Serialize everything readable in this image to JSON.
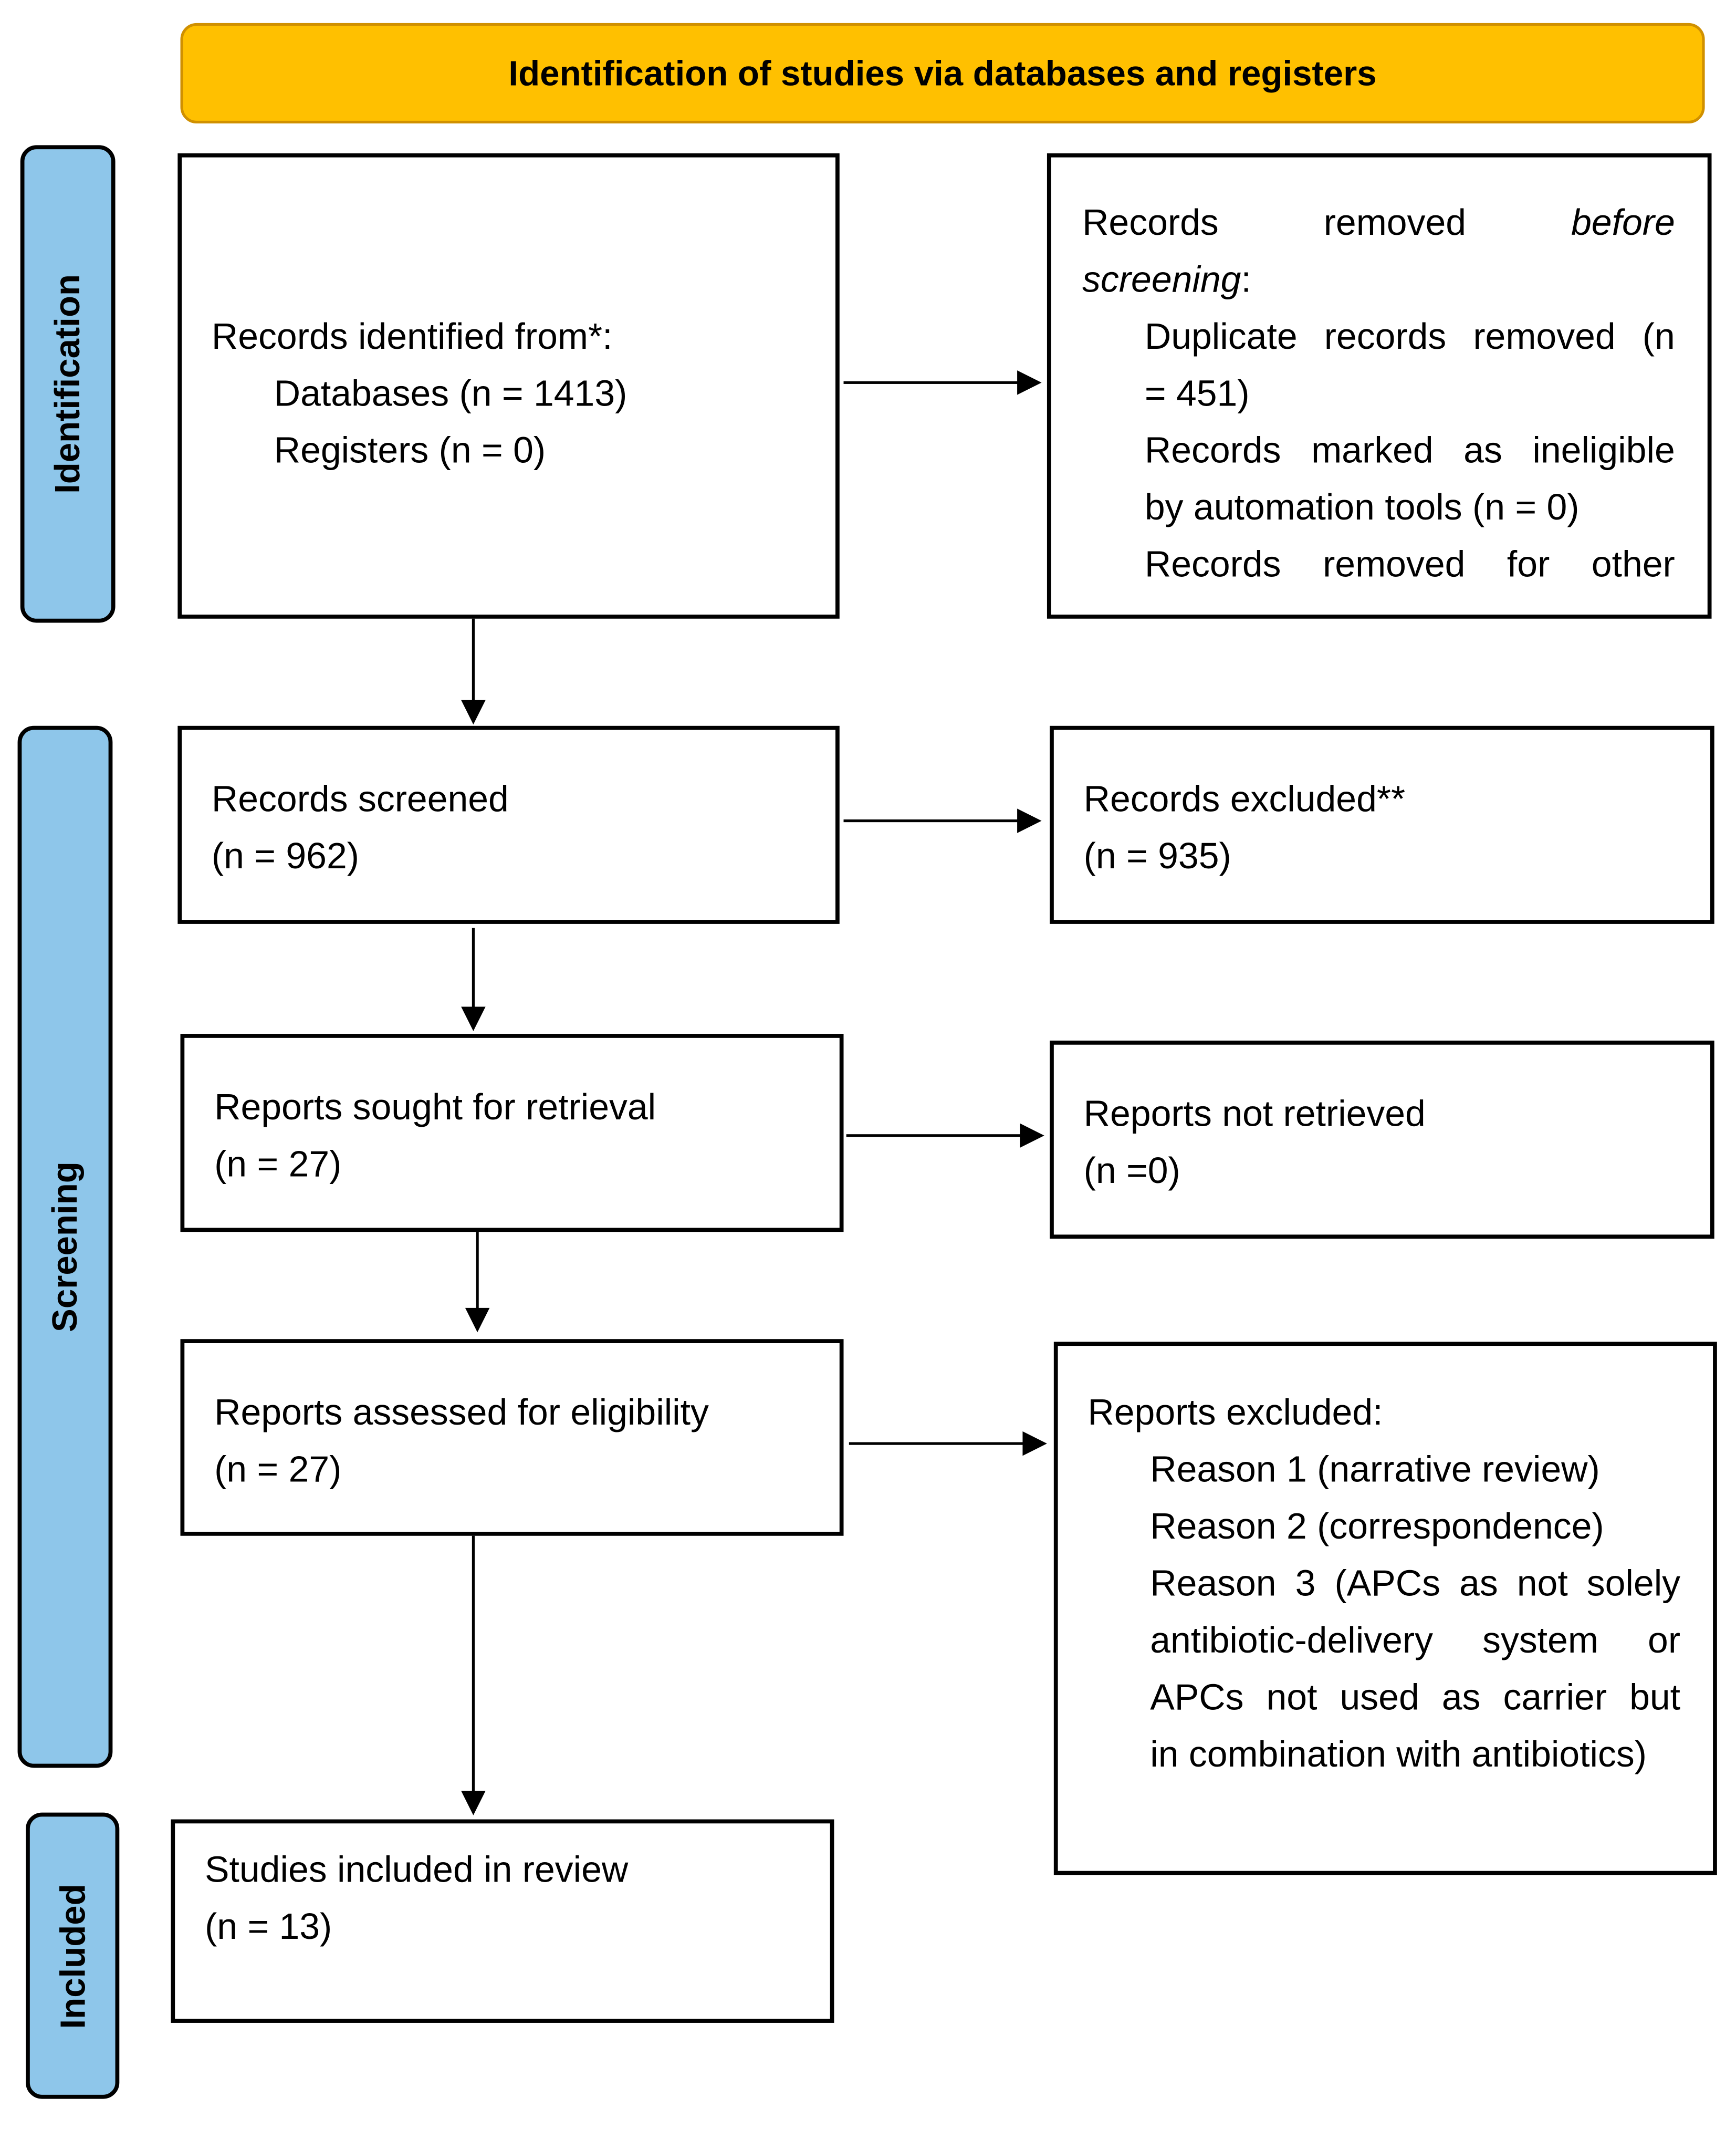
{
  "header": {
    "title": "Identification of studies via databases and registers",
    "color": "#FFC000"
  },
  "phases": {
    "identification": "Identification",
    "screening": "Screening",
    "included": "Included",
    "color": "#8EC6EA"
  },
  "boxes": {
    "identified": {
      "title": "Records identified from*:",
      "databases": "Databases (n = 1413)",
      "registers": "Registers (n = 0)"
    },
    "removed": {
      "l1a": "Records removed",
      "l1b": "before",
      "l2a": "screening",
      "l2b": ":",
      "l3": "Duplicate records removed (n",
      "l4": "= 451)",
      "l5": "Records marked as ineligible",
      "l6": "by automation tools (n = 0)",
      "l7": "Records removed for other"
    },
    "screened": {
      "title": "Records screened",
      "n": "(n = 962)"
    },
    "excluded": {
      "title": "Records excluded**",
      "n": "(n = 935)"
    },
    "sought": {
      "title": "Reports sought for retrieval",
      "n": "(n = 27)"
    },
    "not_retrieved": {
      "title": "Reports not retrieved",
      "n": "(n =0)"
    },
    "assessed": {
      "title": "Reports assessed for eligibility",
      "n": "(n = 27)"
    },
    "reports_excluded": {
      "title": "Reports excluded:",
      "r1": "Reason 1 (narrative review)",
      "r2": "Reason 2 (correspondence)",
      "r3a": "Reason 3 (APCs as not solely",
      "r3b": "antibiotic-delivery system or",
      "r3c": "APCs not used as carrier but",
      "r3d": "in combination with antibiotics)"
    },
    "included": {
      "title": "Studies included in review",
      "n": "(n = 13)"
    }
  }
}
